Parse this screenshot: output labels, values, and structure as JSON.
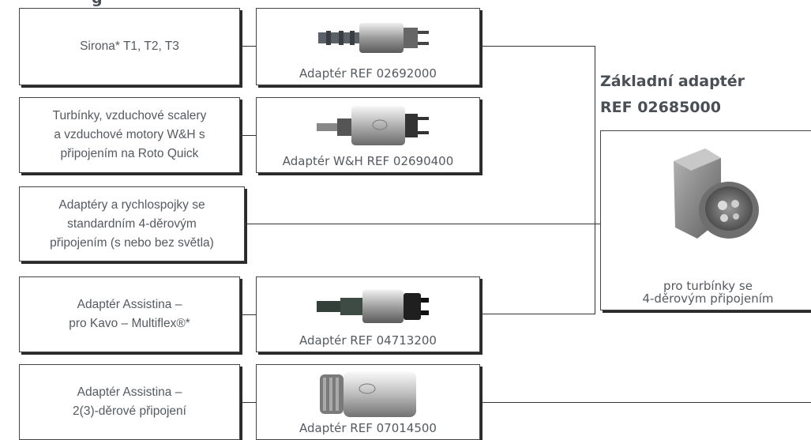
{
  "top_heading": "g",
  "rows": [
    {
      "label": "Sirona* T1, T2, T3",
      "adapter": "Adaptér REF 02692000"
    },
    {
      "label": "Turbínky, vzduchové scalery\na vzduchové motory W&H s\npřipojením na Roto Quick",
      "adapter": "Adaptér W&H REF 02690400"
    },
    {
      "label": "Adaptéry a rychlospojky se\nstandardním 4-děrovým\npřipojením (s nebo bez světla)"
    },
    {
      "label": "Adaptér Assistina –\npro Kavo –  Multiflex®*",
      "adapter": "Adaptér REF 04713200"
    },
    {
      "label": "Adaptér Assistina –\n2(3)-děrové připojení",
      "adapter": "Adaptér REF 07014500"
    }
  ],
  "base_adapter": {
    "title_line1": "Základní adaptér",
    "title_line2": "REF 02685000",
    "caption": "pro turbínky se\n4-děrovým připojením"
  }
}
